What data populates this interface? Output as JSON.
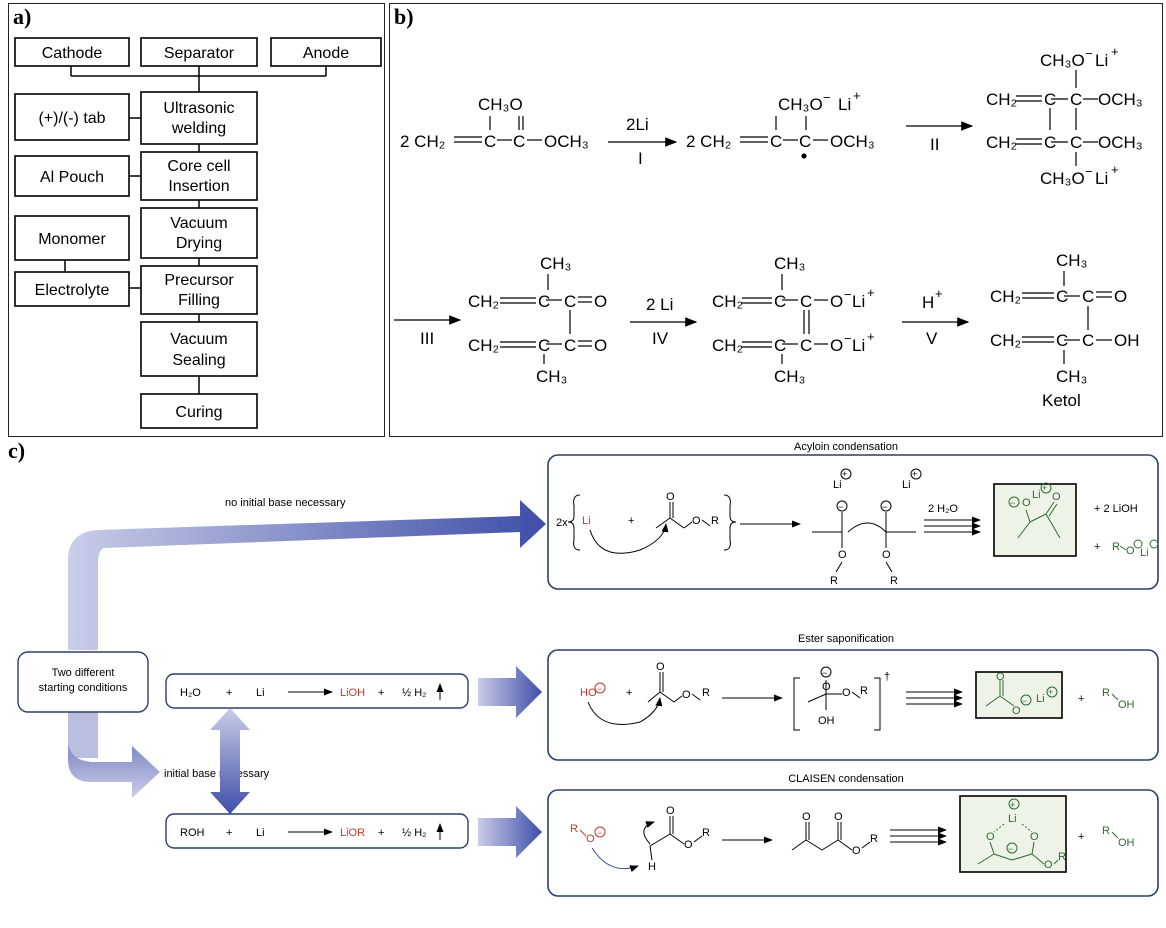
{
  "panel_a": {
    "label": "a)",
    "left_boxes": [
      "Cathode",
      "(+)/(-) tab",
      "Al Pouch",
      "Monomer",
      "Electrolyte"
    ],
    "top_boxes": [
      "Separator",
      "Anode"
    ],
    "process_steps": [
      [
        "Ultrasonic",
        "welding"
      ],
      [
        "Core cell",
        "Insertion"
      ],
      [
        "Vacuum",
        "Drying"
      ],
      [
        "Precursor",
        "Filling"
      ],
      [
        "Vacuum",
        "Sealing"
      ],
      [
        "Curing"
      ]
    ]
  },
  "panel_b": {
    "label": "b)",
    "step_labels": [
      "I",
      "II",
      "III",
      "IV",
      "V"
    ],
    "reagents": [
      "2Li",
      "2 Li",
      "H"
    ],
    "ketol_label": "Ketol",
    "coef": "2 CH₂",
    "ch3o": "CH₃O",
    "ch3": "CH₃",
    "och3": "OCH₃",
    "ch2": "CH₂",
    "li_plus": "Li",
    "o_minus": "O",
    "oh": "OH"
  },
  "panel_c": {
    "label": "c)",
    "start_box": [
      "Two different",
      "starting conditions"
    ],
    "no_base_label": "no initial base necessary",
    "base_label": "initial base necessary",
    "titles": [
      "Acyloin condensation",
      "Ester saponification",
      "CLAISEN condensation"
    ],
    "eq_water": [
      "H₂O",
      "+",
      "Li",
      "LiOH",
      "+",
      "½ H₂"
    ],
    "eq_alcohol": [
      "ROH",
      "+",
      "Li",
      "LiOR",
      "+",
      "½ H₂"
    ],
    "acyloin_products": [
      "+ 2 LiOH",
      "+"
    ],
    "acyloin_reagent": "2 H₂O",
    "prefix_2x": "2x",
    "R": "R",
    "Li": "Li",
    "HO": "HO",
    "H": "H",
    "OH": "OH",
    "O": "O",
    "dagger": "†"
  },
  "colors": {
    "arrow_blue": "#3f4ea8",
    "red": "#c0392b",
    "green": "#2e6b2e",
    "box_border": "#2c3e6b"
  }
}
